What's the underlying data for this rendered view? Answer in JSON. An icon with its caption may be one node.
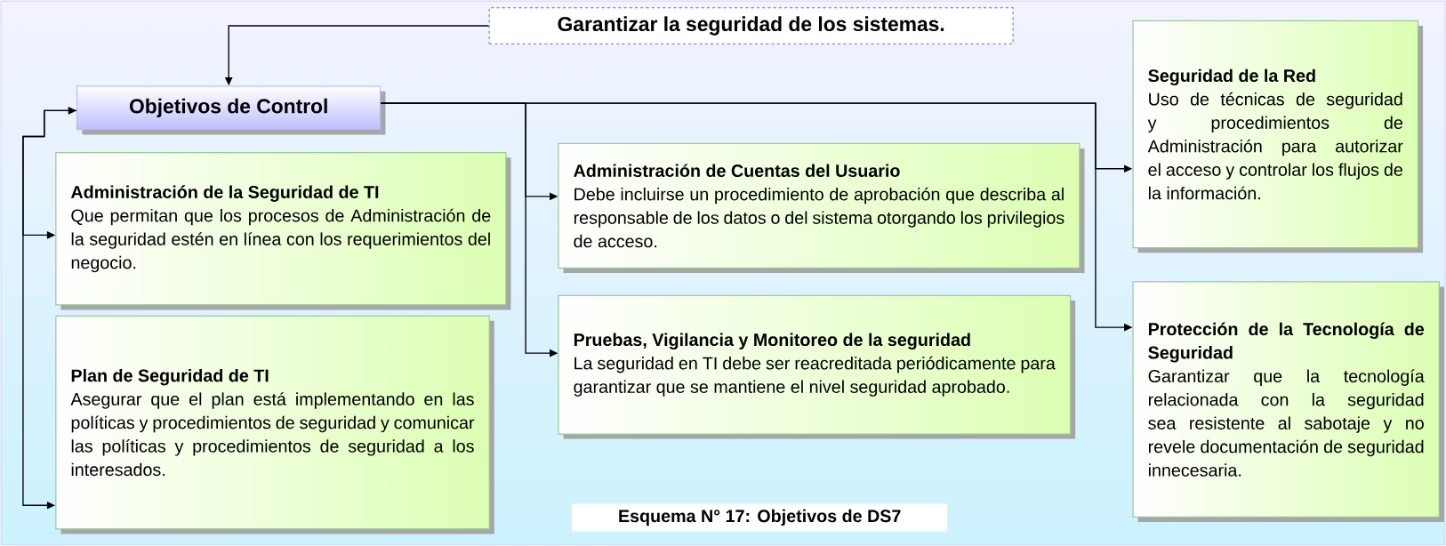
{
  "diagram": {
    "caption": "Esquema N° 17: Objetivos de DS7",
    "nodes": [
      {
        "text": [
          "Garantizar la seguridad de los sistemas."
        ]
      },
      {
        "text": [
          "Objetivos de Control"
        ]
      },
      {
        "text": [
          "Administración de la Seguridad de TI",
          "Que permitan que los procesos de Administración de la seguridad estén en línea con los requerimientos del negocio."
        ]
      },
      {
        "text": [
          "Plan de Seguridad de TI",
          "Asegurar que el plan está implementando en las políticas y procedimientos de seguridad y comunicar las políticas y procedimientos de seguridad a los interesados."
        ]
      },
      {
        "text": [
          "Administración de Cuentas del Usuario",
          "Debe incluirse un procedimiento de aprobación que describa al responsable de los datos o del sistema otorgando los privilegios de acceso."
        ]
      },
      {
        "text": [
          "Pruebas, Vigilancia y Monitoreo de la seguridad",
          "La seguridad en TI debe ser reacreditada periódicamente para garantizar que se mantiene el nivel seguridad aprobado."
        ]
      },
      {
        "text": [
          "Seguridad de la Red",
          "Uso de técnicas de seguridad y procedimientos de Administración para autorizar el acceso y controlar los flujos de la información."
        ]
      },
      {
        "text": [
          "Protección de la Tecnología de Seguridad",
          "Garantizar que la tecnología relacionada con la seguridad sea resistente al sabotaje y no revele documentación de seguridad innecesaria."
        ]
      }
    ],
    "edges": [
      {
        "from": 0,
        "to": 1,
        "arrow": "to"
      },
      {
        "from": 1,
        "to": 2,
        "arrow": "both"
      },
      {
        "from": 1,
        "to": 3,
        "arrow": "to"
      },
      {
        "from": 1,
        "to": 4,
        "arrow": "to"
      },
      {
        "from": 1,
        "to": 5,
        "arrow": "to"
      },
      {
        "from": 1,
        "to": 6,
        "arrow": "to"
      },
      {
        "from": 1,
        "to": 7,
        "arrow": "to"
      }
    ]
  }
}
